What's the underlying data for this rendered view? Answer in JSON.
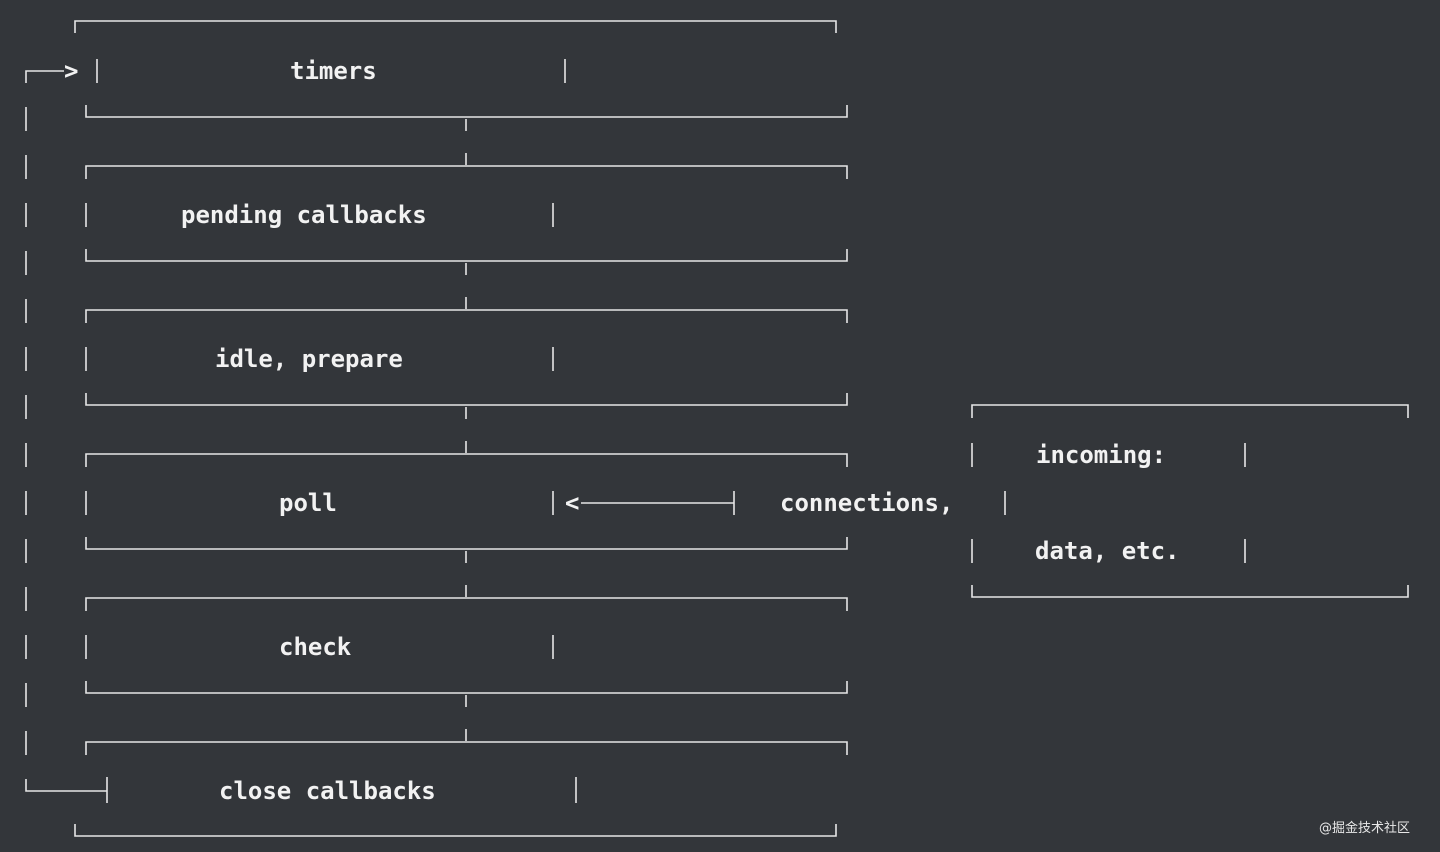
{
  "phases": [
    {
      "label": "timers"
    },
    {
      "label": "pending callbacks"
    },
    {
      "label": "idle, prepare"
    },
    {
      "label": "poll"
    },
    {
      "label": "check"
    },
    {
      "label": "close callbacks"
    }
  ],
  "incoming": {
    "line1": "incoming:",
    "line2": "connections,",
    "line3": "data, etc."
  },
  "arrows": {
    "loop_head": ">",
    "poll_head": "<"
  },
  "watermark": "@掘金技术社区"
}
